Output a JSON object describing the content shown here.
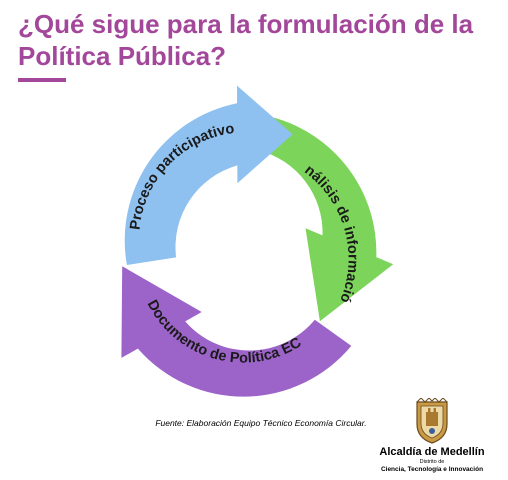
{
  "header": {
    "title": "¿Qué sigue para la formulación de la Política Pública?"
  },
  "cycle": {
    "steps": [
      {
        "label": "Proceso participativo",
        "color": "#8ec0f0"
      },
      {
        "label": "Análisis de información",
        "color": "#7dd45a"
      },
      {
        "label": "Documento  de Política EC",
        "color": "#9c63c9"
      }
    ]
  },
  "footer": {
    "source": "Fuente: Elaboración Equipo Técnico Economía Circular."
  },
  "logo": {
    "title": "Alcaldía de Medellín",
    "subtitle": "Distrito de",
    "department": "Ciencia, Tecnología e Innovación"
  }
}
